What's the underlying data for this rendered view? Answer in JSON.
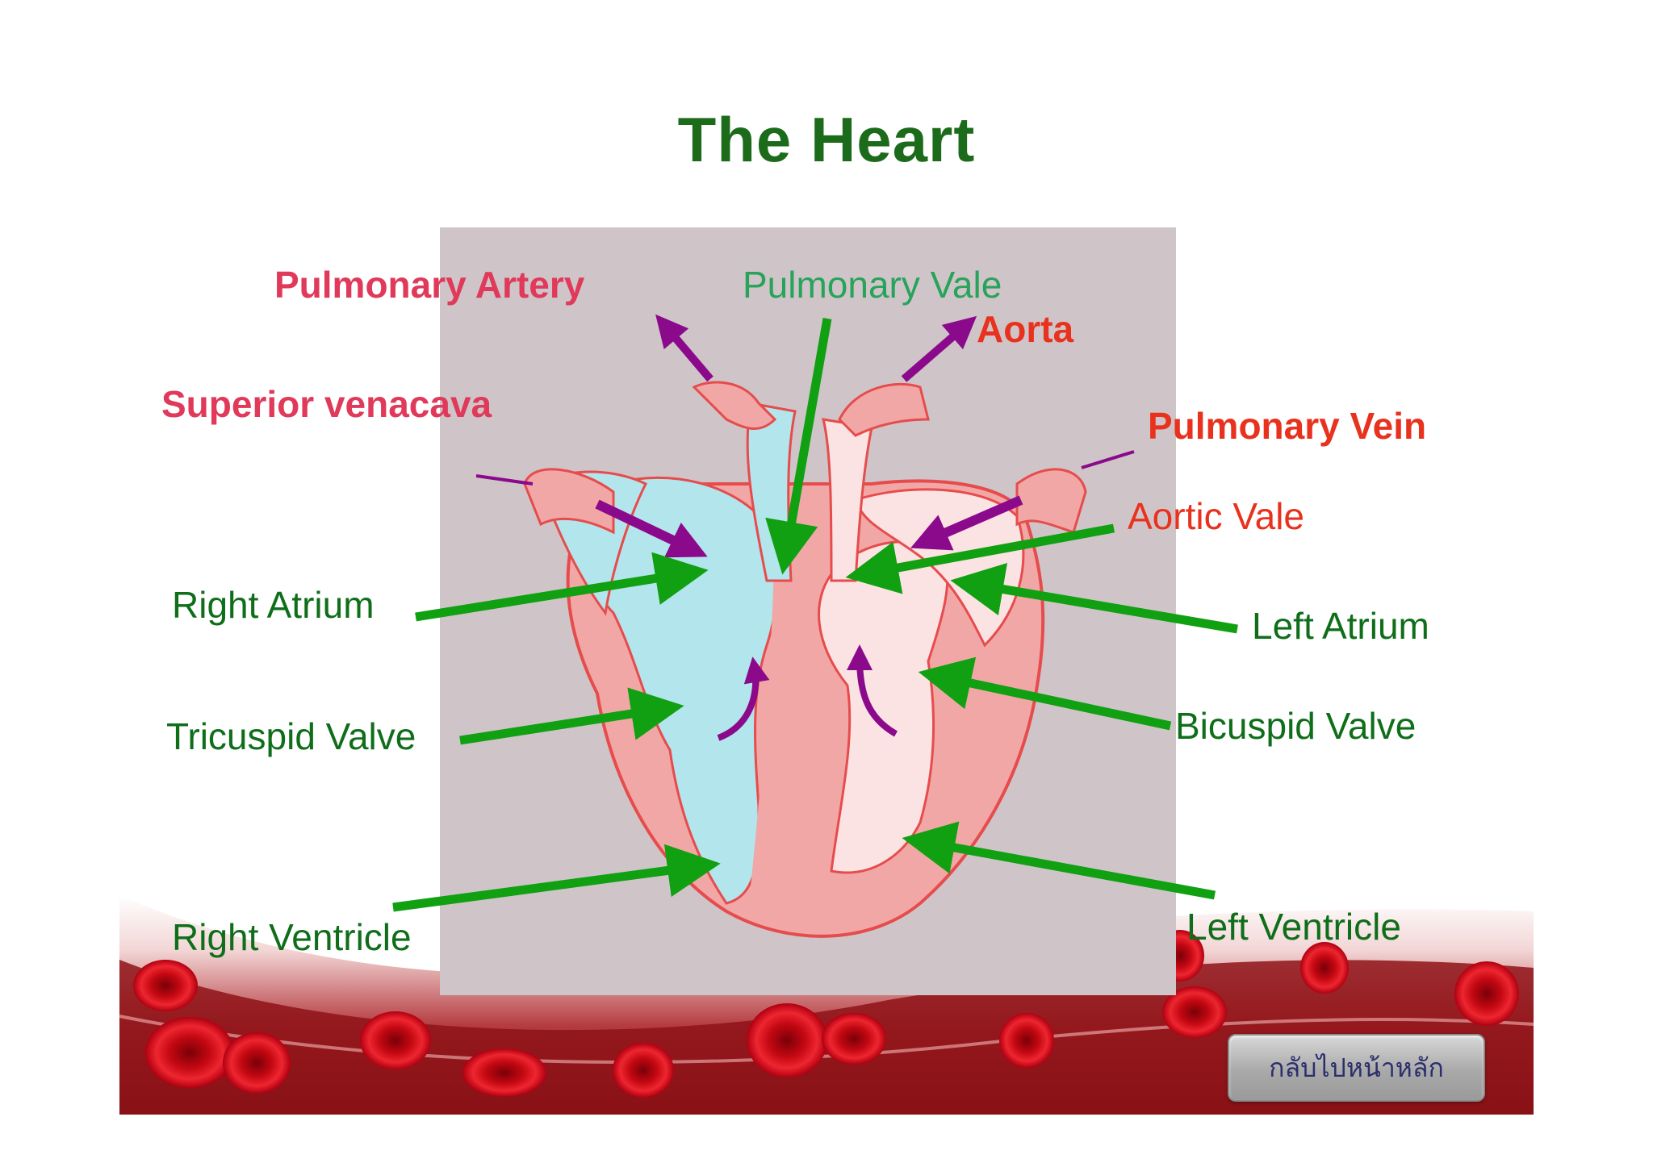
{
  "title": "The Heart",
  "labels": {
    "pulmonary_artery": "Pulmonary Artery",
    "pulmonary_vale": "Pulmonary Vale",
    "aorta": "Aorta",
    "superior_venacava": "Superior venacava",
    "pulmonary_vein": "Pulmonary Vein",
    "aortic_vale": "Aortic Vale",
    "right_atrium": "Right Atrium",
    "left_atrium": "Left Atrium",
    "tricuspid_valve": "Tricuspid Valve",
    "bicuspid_valve": "Bicuspid Valve",
    "right_ventricle": "Right Ventricle",
    "left_ventricle": "Left Ventricle"
  },
  "back_button": "กลับไปหน้าหลัก",
  "colors": {
    "title": "#1b6b1b",
    "label_green": "#0f6e1a",
    "label_pink": "#e0395a",
    "label_red": "#e8321e",
    "pointer_arrow": "#11a011",
    "flow_arrow": "#8b0a8b",
    "blood_cell": "#d90e1a"
  }
}
